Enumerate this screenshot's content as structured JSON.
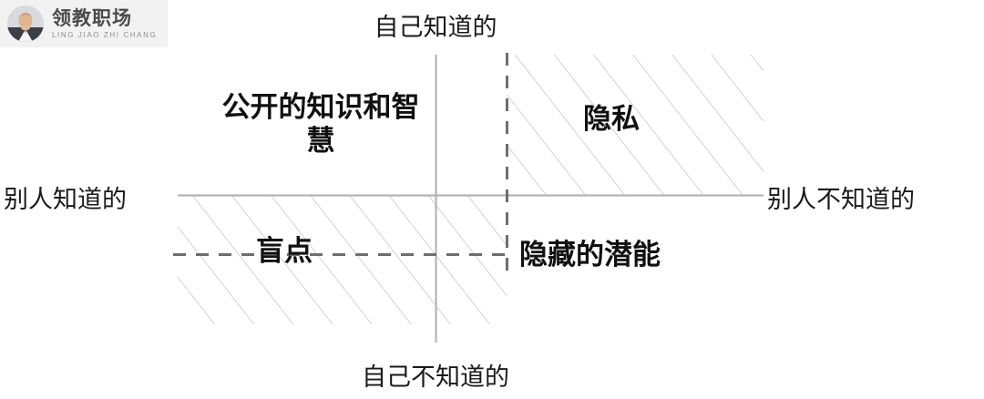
{
  "logo": {
    "title": "领教职场",
    "subtitle": "LING JIAO ZHI CHANG",
    "avatar_alt": "portrait-photo"
  },
  "diagram": {
    "type": "johari-window",
    "axes": {
      "top_label": "自己知道的",
      "bottom_label": "自己不知道的",
      "left_label": "别人知道的",
      "right_label": "别人不知道的"
    },
    "quadrants": [
      {
        "id": "open",
        "position": "top-left",
        "label": "公开的知识和智慧",
        "hatched": false
      },
      {
        "id": "private",
        "position": "top-right",
        "label": "隐私",
        "hatched": true
      },
      {
        "id": "blind",
        "position": "bottom-left",
        "label": "盲点",
        "hatched": true
      },
      {
        "id": "hidden",
        "position": "bottom-right",
        "label": "隐藏的潜能",
        "hatched": false
      }
    ],
    "colors": {
      "axis_line": "#b5b5b5",
      "dashed_line": "#6e6e6e",
      "hatch_line": "#c8c8cc",
      "text": "#111111",
      "background": "#ffffff"
    }
  }
}
